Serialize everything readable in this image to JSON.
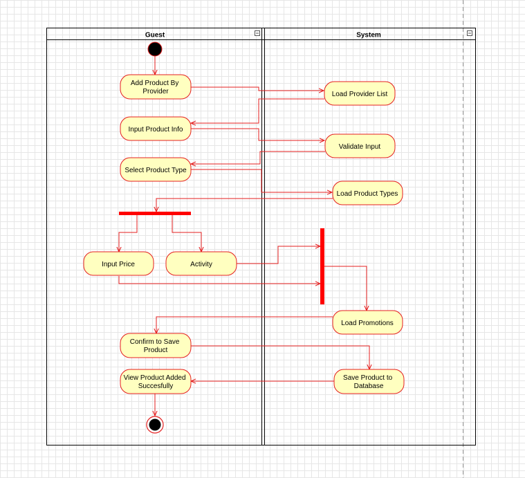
{
  "lanes": {
    "guest": "Guest",
    "system": "System"
  },
  "activities": {
    "add_product": [
      "Add Product By",
      "Provider"
    ],
    "load_provider_list": [
      "Load Provider List"
    ],
    "input_product_info": [
      "Input Product Info"
    ],
    "validate_input": [
      "Validate Input"
    ],
    "select_product_type": [
      "Select Product Type"
    ],
    "load_product_types": [
      "Load Product Types"
    ],
    "input_price": [
      "Input Price"
    ],
    "activity": [
      "Activity"
    ],
    "load_promotions": [
      "Load Promotions"
    ],
    "confirm_save": [
      "Confirm to Save",
      "Product"
    ],
    "save_product": [
      "Save Product to",
      "Database"
    ],
    "view_product": [
      "View Product Added",
      "Succesfully"
    ]
  },
  "colors": {
    "node_fill": "#ffffc0",
    "node_stroke": "#e41f1f",
    "bar": "#ff0000",
    "lane_border": "#000000"
  }
}
